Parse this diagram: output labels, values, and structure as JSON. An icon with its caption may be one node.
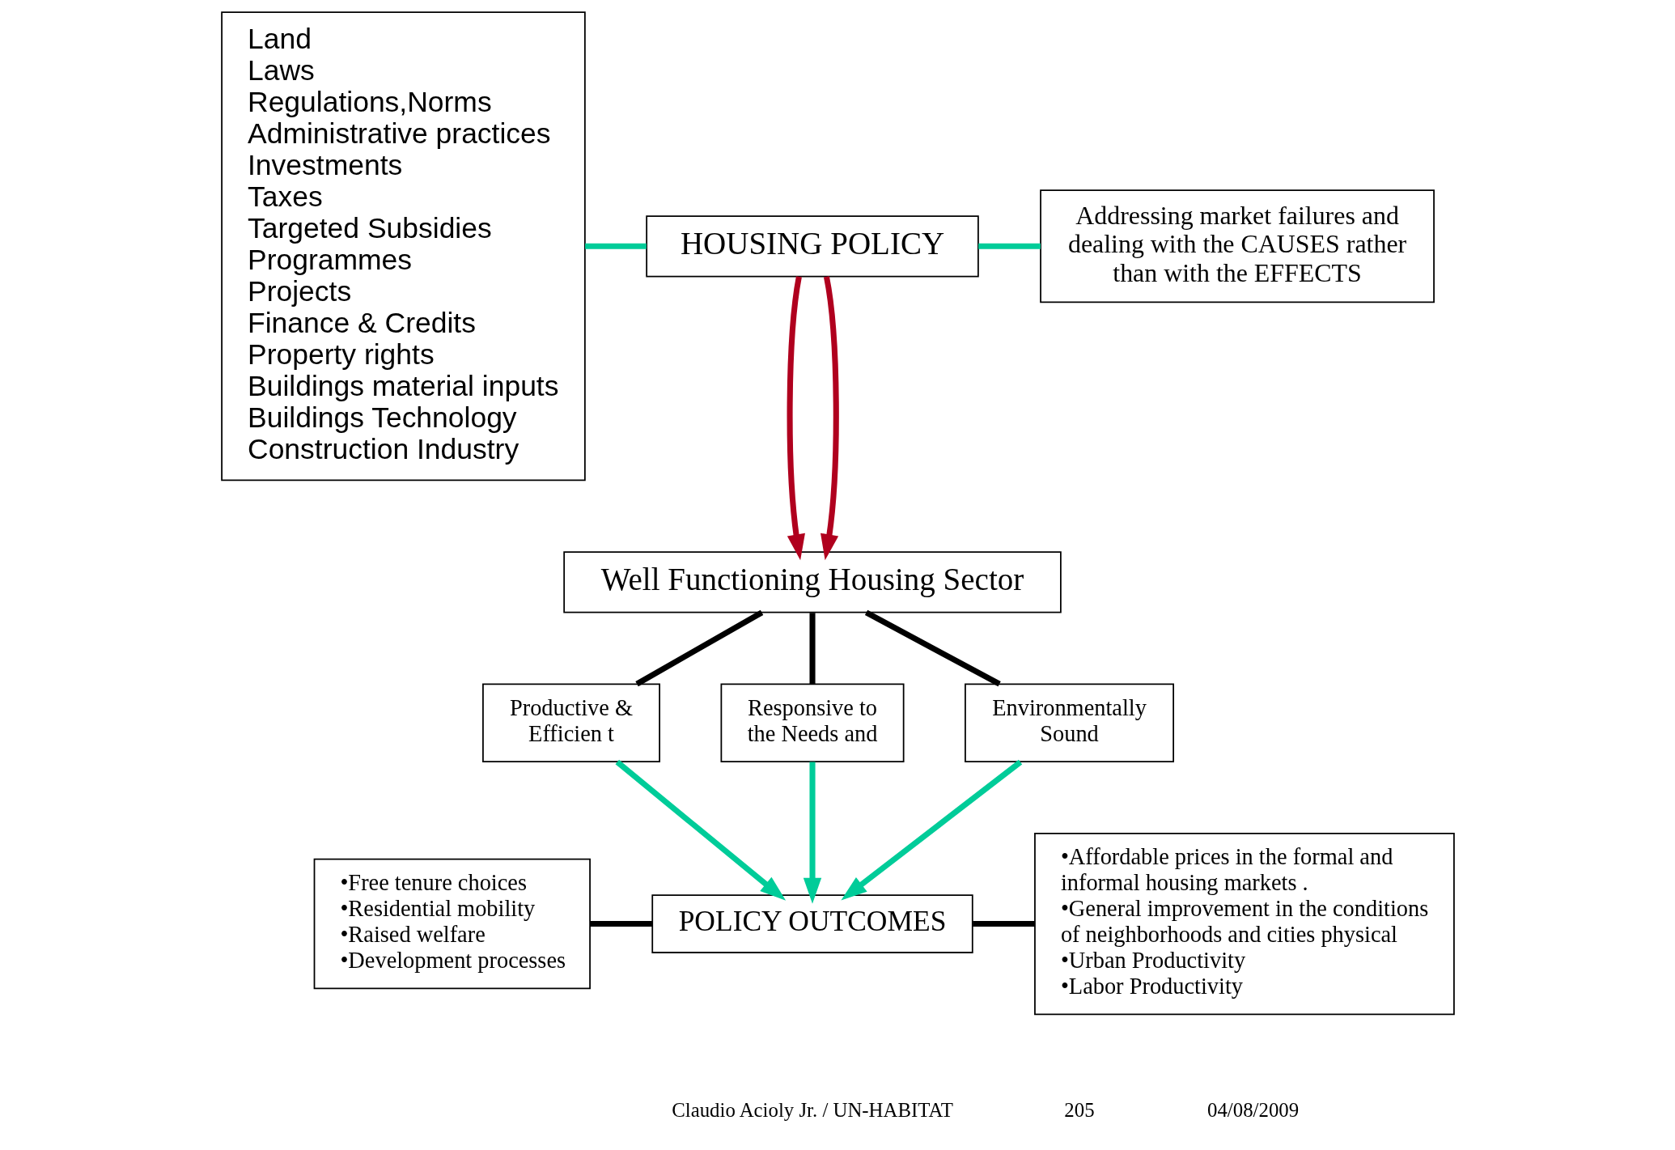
{
  "diagram": {
    "nodes": [
      {
        "text": [
          "Land",
          "Laws",
          "Regulations,Norms",
          "Administrative practices",
          "Investments",
          "Taxes",
          "Targeted Subsidies",
          "Programmes",
          "Projects",
          "Finance & Credits",
          "Property rights",
          "Buildings material inputs",
          "Buildings Technology",
          "Construction Industry"
        ]
      },
      {
        "text": [
          "HOUSING POLICY"
        ]
      },
      {
        "text": [
          "Addressing market failures and dealing with the CAUSES rather than with the EFFECTS"
        ]
      },
      {
        "text": [
          "Well Functioning Housing Sector"
        ]
      },
      {
        "text": [
          "Productive & Efficien t"
        ]
      },
      {
        "text": [
          "Responsive to the Needs and"
        ]
      },
      {
        "text": [
          "Environmentally Sound"
        ]
      },
      {
        "text": [
          "POLICY OUTCOMES"
        ]
      },
      {
        "text": [
          "•Free tenure choices",
          "•Residential mobility",
          "•Raised welfare",
          "•Development processes"
        ]
      },
      {
        "text": [
          "•Affordable prices in the formal and informal housing markets .",
          "•General improvement in the conditions of neighborhoods and cities physical",
          "•Urban Productivity",
          "•Labor Productivity"
        ]
      }
    ],
    "edges": [
      {
        "from": 0,
        "to": 1,
        "arrow": "none",
        "color": "#00cc99"
      },
      {
        "from": 1,
        "to": 2,
        "arrow": "none",
        "color": "#00cc99"
      },
      {
        "from": 1,
        "to": 3,
        "arrow": "to",
        "color": "#b0001e"
      },
      {
        "from": 1,
        "to": 3,
        "arrow": "to",
        "color": "#b0001e"
      },
      {
        "from": 3,
        "to": 4,
        "arrow": "none",
        "color": "#000000"
      },
      {
        "from": 3,
        "to": 5,
        "arrow": "none",
        "color": "#000000"
      },
      {
        "from": 3,
        "to": 6,
        "arrow": "none",
        "color": "#000000"
      },
      {
        "from": 4,
        "to": 7,
        "arrow": "to",
        "color": "#00cc99"
      },
      {
        "from": 5,
        "to": 7,
        "arrow": "to",
        "color": "#00cc99"
      },
      {
        "from": 6,
        "to": 7,
        "arrow": "to",
        "color": "#00cc99"
      },
      {
        "from": 8,
        "to": 7,
        "arrow": "none",
        "color": "#000000"
      },
      {
        "from": 7,
        "to": 9,
        "arrow": "none",
        "color": "#000000"
      }
    ],
    "labels": [
      "205",
      "04/08/2009",
      "Claudio Acioly Jr. / UN-HABITAT"
    ]
  }
}
